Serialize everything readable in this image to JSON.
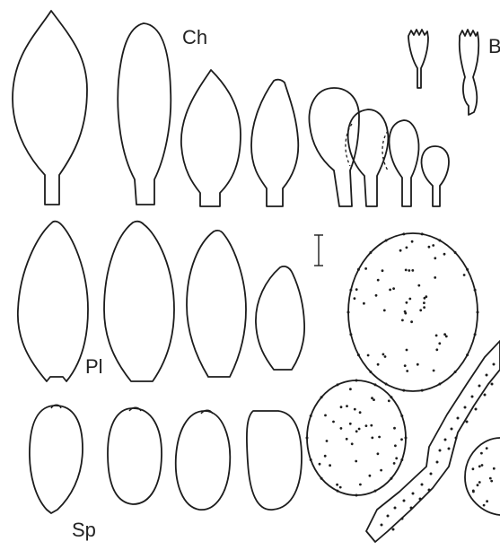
{
  "labels": {
    "cheilocystidia": "Ch",
    "basidia": "B",
    "pleurocystidia": "Pl",
    "spores": "Sp"
  },
  "colors": {
    "background": "#ffffff",
    "ink": "#1c1c1c"
  }
}
